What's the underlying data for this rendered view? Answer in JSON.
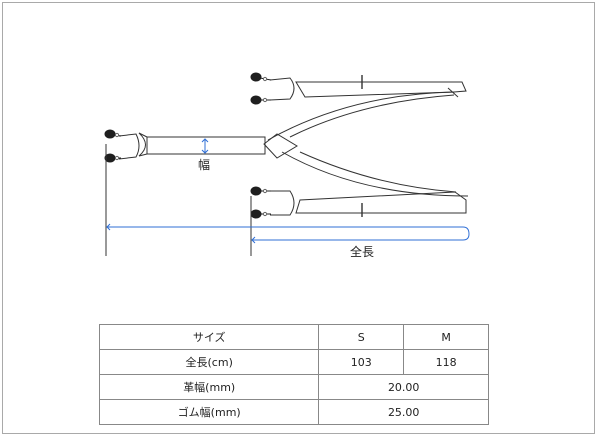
{
  "diagram": {
    "width_label": "幅",
    "length_label": "全長",
    "accent_color": "#2f6fd6"
  },
  "spec_table": {
    "header": {
      "label": "サイズ",
      "s": "S",
      "m": "M"
    },
    "rows": [
      {
        "label": "全長(cm)",
        "s": "103",
        "m": "118"
      },
      {
        "label": "革幅(mm)",
        "value": "20.00"
      },
      {
        "label": "ゴム幅(mm)",
        "value": "25.00"
      }
    ]
  }
}
